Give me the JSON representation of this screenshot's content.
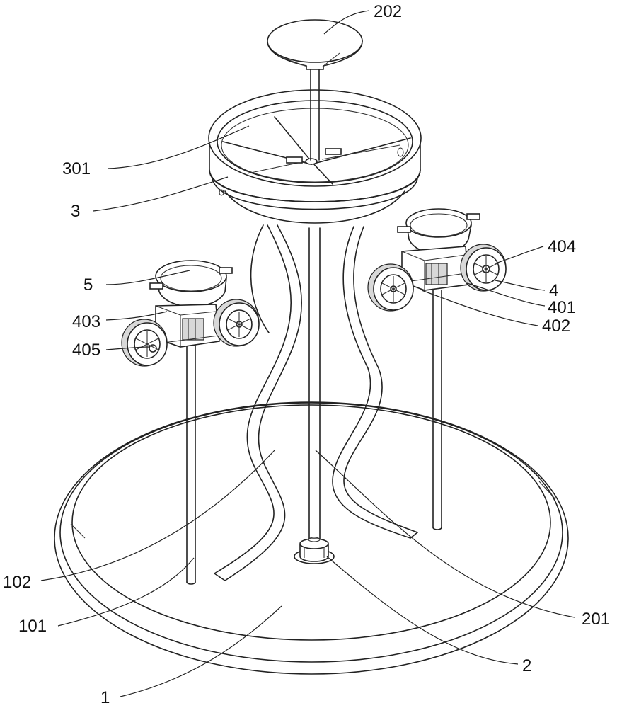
{
  "labels": {
    "l202": "202",
    "l301": "301",
    "l3": "3",
    "l404": "404",
    "l5": "5",
    "l4": "4",
    "l401": "401",
    "l402": "402",
    "l403": "403",
    "l405": "405",
    "l102": "102",
    "l101": "101",
    "l201": "201",
    "l2": "2",
    "l1": "1"
  }
}
